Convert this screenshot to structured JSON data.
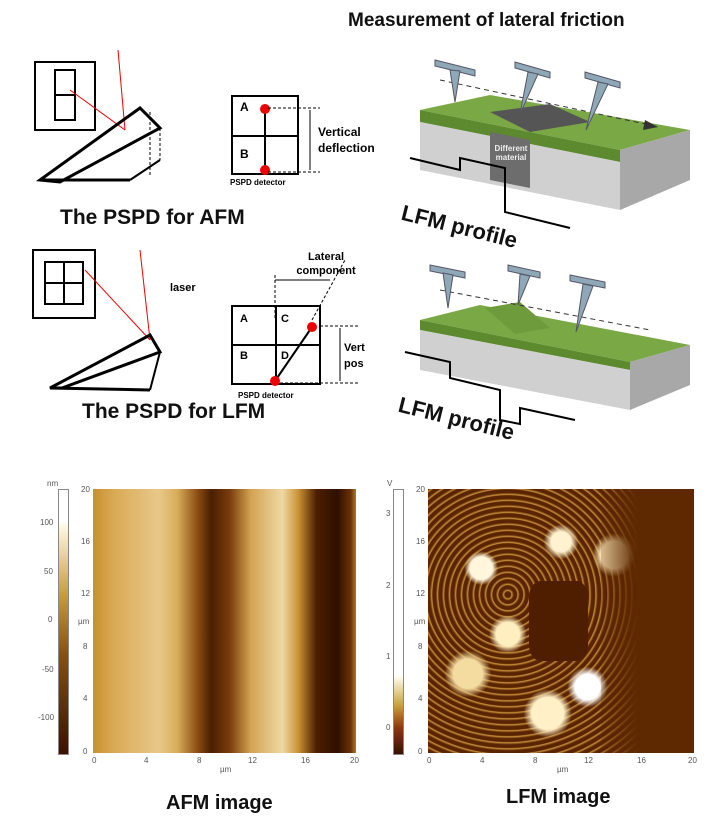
{
  "header": {
    "title": "Measurement of lateral friction"
  },
  "afm_diagram": {
    "title": "The PSPD for AFM",
    "quadrants": [
      "A",
      "B"
    ],
    "detector_label": "PSPD detector",
    "deflection_label": "Vertical deflection"
  },
  "lfm_diagram": {
    "title": "The PSPD for LFM",
    "laser_label": "laser",
    "quadrants": [
      "A",
      "C",
      "B",
      "D"
    ],
    "detector_label": "PSPD detector",
    "lateral_label": "Lateral component",
    "vertical_label": "Vert pos"
  },
  "friction_3d": {
    "material_label": "Different material",
    "profile_label_1": "LFM profile",
    "profile_label_2": "LFM profile"
  },
  "afm_image": {
    "caption": "AFM image",
    "colorbar_unit": "nm",
    "colorbar_ticks": [
      "100",
      "50",
      "0",
      "-50",
      "-100"
    ],
    "x_ticks": [
      "0",
      "4",
      "8",
      "12",
      "16",
      "20"
    ],
    "y_ticks": [
      "0",
      "4",
      "8",
      "12",
      "16",
      "20"
    ],
    "axis_unit": "µm"
  },
  "lfm_image": {
    "caption": "LFM image",
    "colorbar_unit": "V",
    "colorbar_ticks": [
      "3",
      "2",
      "1",
      "0"
    ],
    "x_ticks": [
      "0",
      "4",
      "8",
      "12",
      "16",
      "20"
    ],
    "y_ticks": [
      "0",
      "4",
      "8",
      "12",
      "16",
      "20"
    ],
    "axis_unit": "µm"
  },
  "colors": {
    "green": "#6b9a3a",
    "gray": "#bdbdbd",
    "red": "#e00000"
  }
}
